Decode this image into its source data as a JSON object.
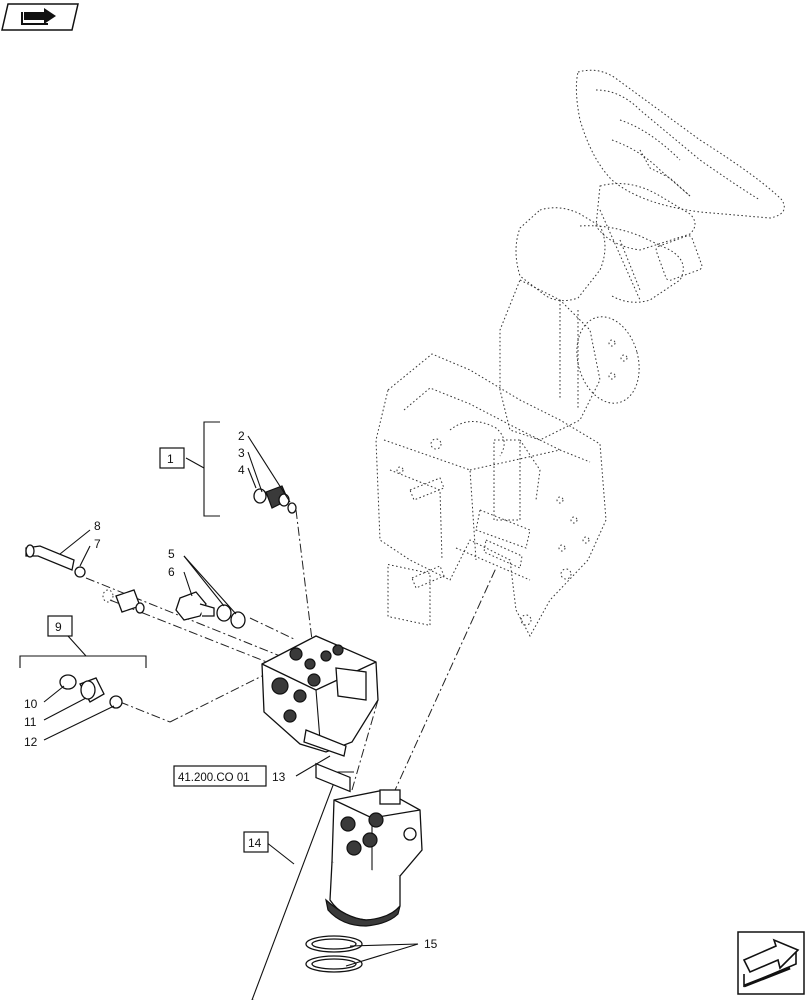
{
  "callouts": {
    "c1": "1",
    "c2": "2",
    "c3": "3",
    "c4": "4",
    "c5": "5",
    "c6": "6",
    "c7": "7",
    "c8": "8",
    "c9": "9",
    "c10": "10",
    "c11": "11",
    "c12": "12",
    "c13": "13",
    "c14": "14",
    "c15": "15"
  },
  "reference": {
    "code": "41.200.CO 01"
  },
  "icons": {
    "top_left": "book-page-arrow-icon",
    "bottom_right": "next-page-arrow-icon"
  },
  "colors": {
    "ink": "#111111",
    "background": "#ffffff"
  }
}
